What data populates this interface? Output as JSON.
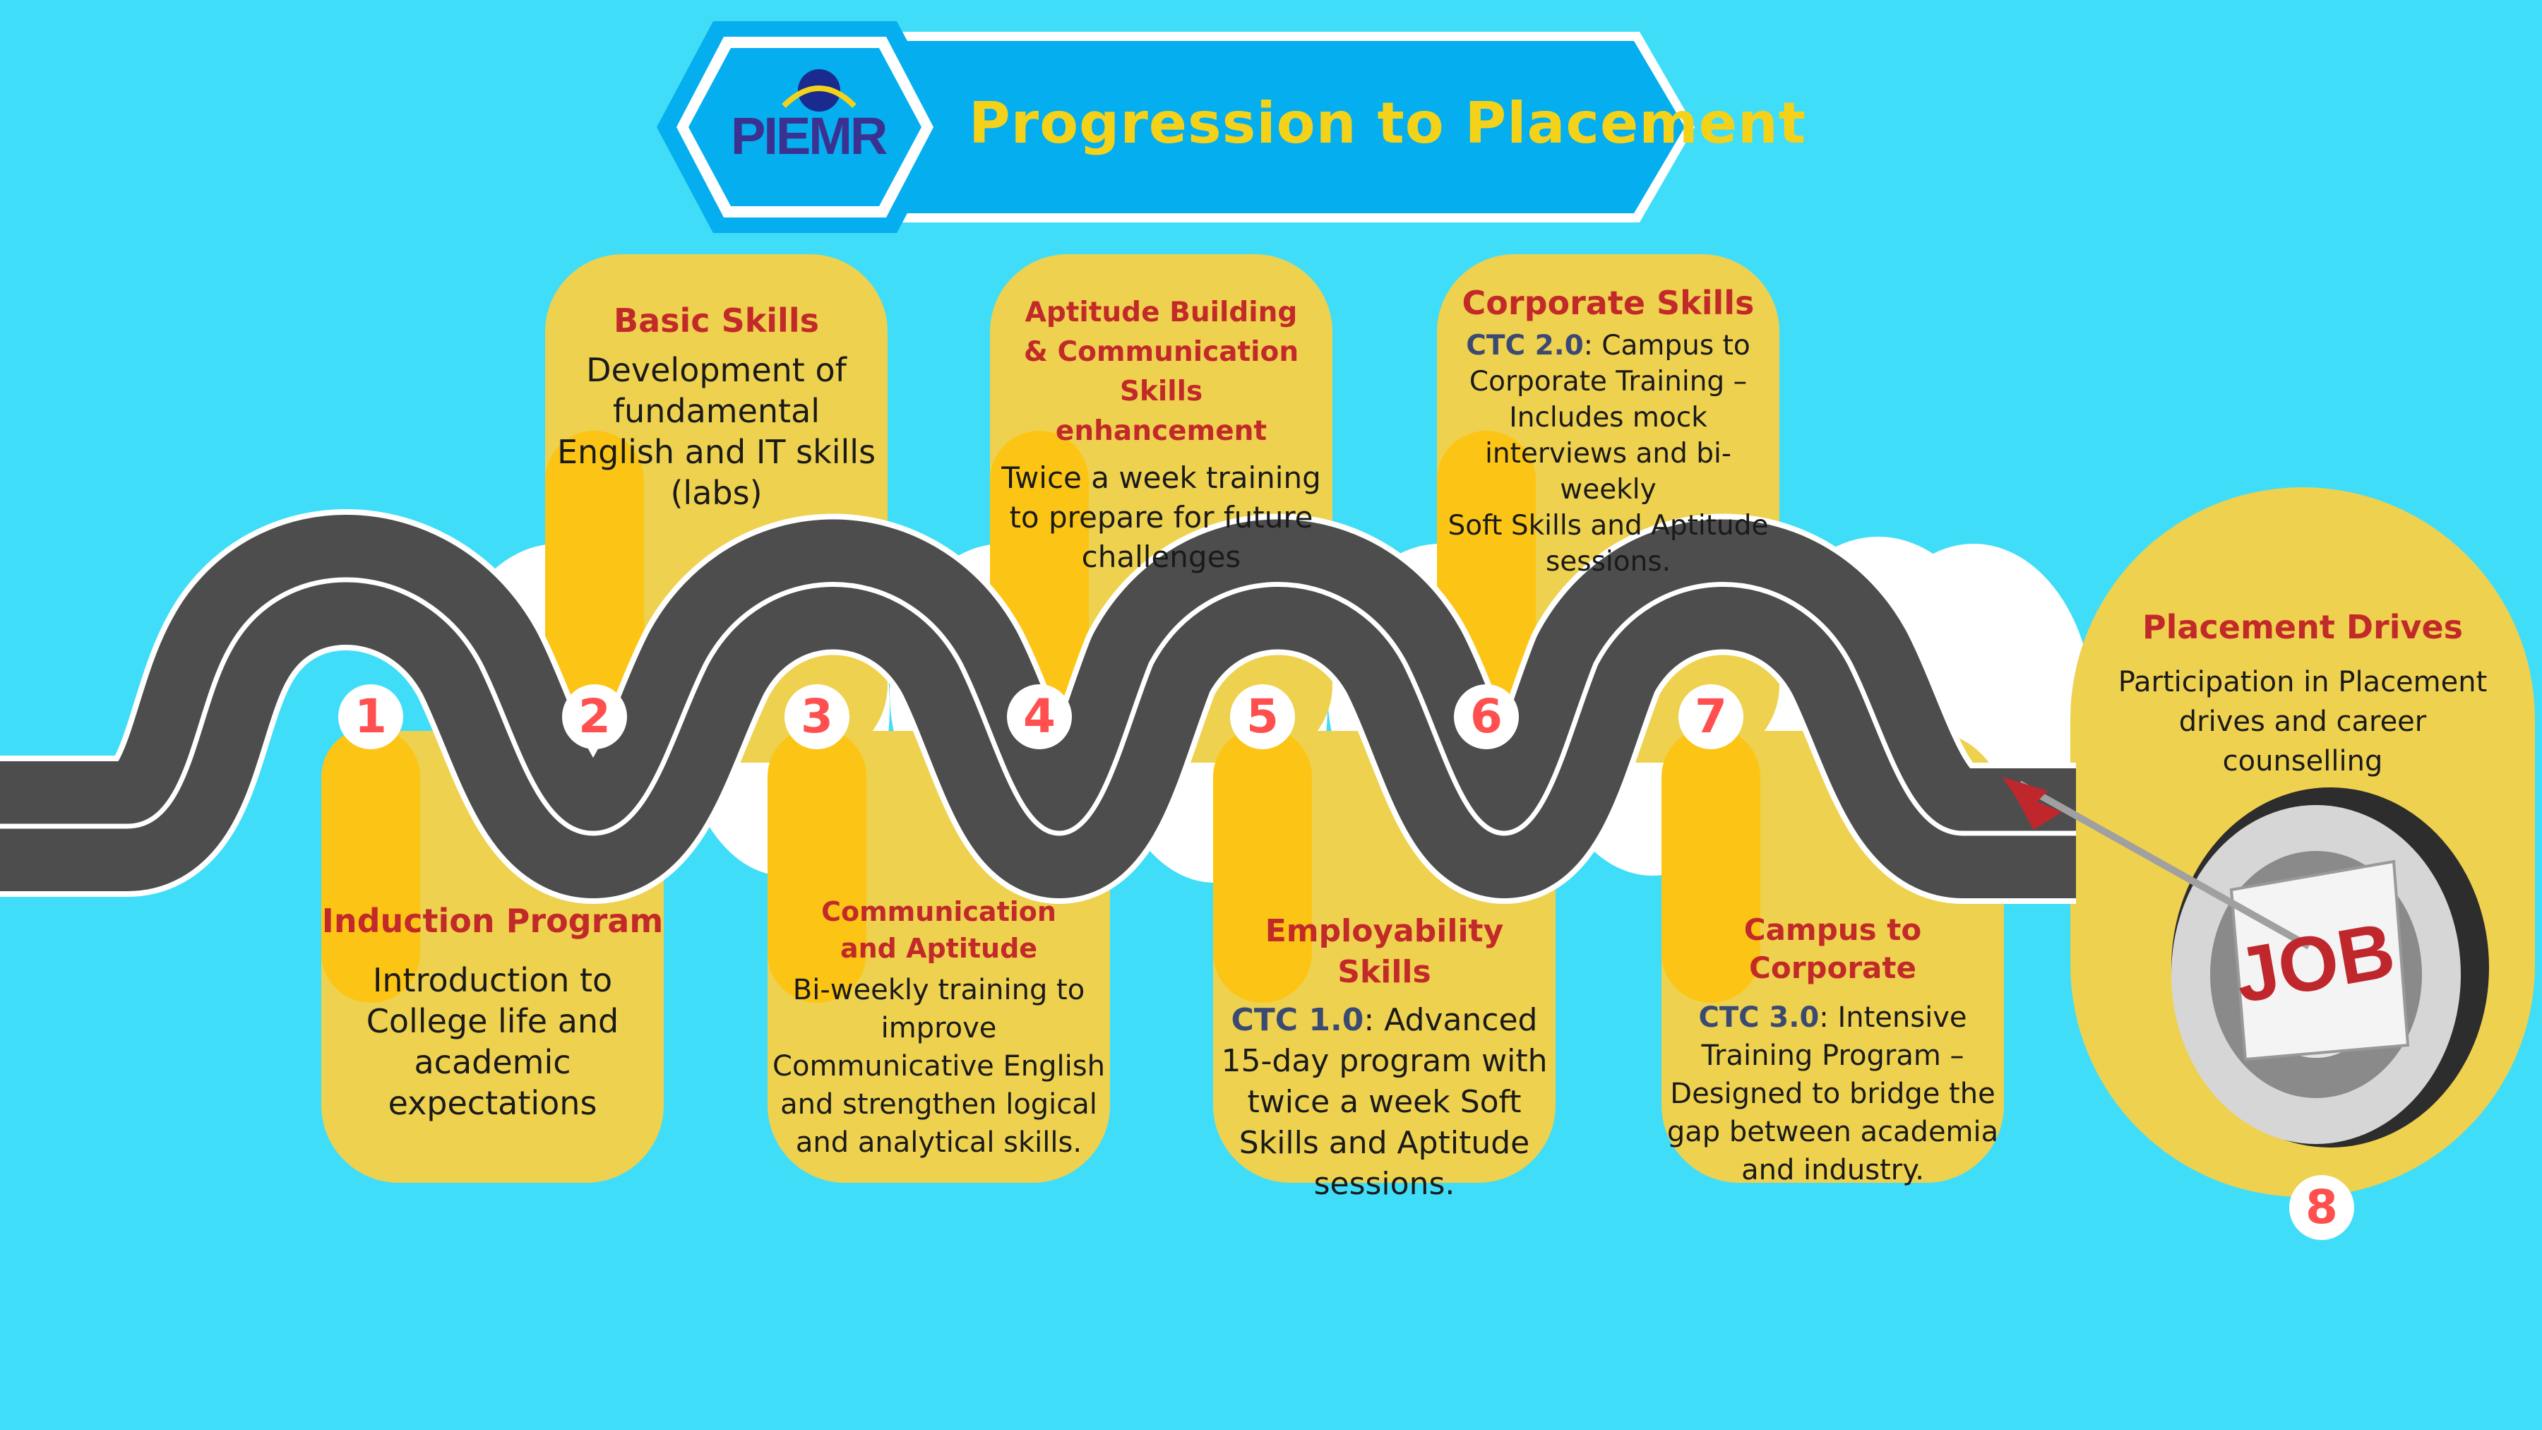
{
  "header": {
    "logo_text": "PIEMR",
    "title": "Progression to Placement"
  },
  "colors": {
    "background": "#40ddf8",
    "banner": "#05aeee",
    "card": "#eed14e",
    "card_accent": "#fcc515",
    "road": "#4d4d4d",
    "title_red": "#c22a2a",
    "number_red": "#ff4f4f",
    "tag_navy": "#3b4a72",
    "cloud": "#ffffff"
  },
  "steps": [
    {
      "number": "1",
      "title": "Induction Program",
      "lines": [
        "Introduction to",
        "College life and",
        "academic",
        "expectations"
      ]
    },
    {
      "number": "2",
      "title": "Basic Skills",
      "lines": [
        "Development of",
        "fundamental",
        "English and IT skills",
        "(labs)"
      ]
    },
    {
      "number": "3",
      "title": "Communication  and Aptitude",
      "lines": [
        "Bi-weekly training to",
        "improve",
        "Communicative English",
        "and strengthen logical",
        "and analytical skills."
      ]
    },
    {
      "number": "4",
      "title": "Aptitude Building & Communication Skills enhancement",
      "lines": [
        "Twice a week training",
        "to prepare for future",
        "challenges"
      ]
    },
    {
      "number": "5",
      "title": "Employability Skills",
      "tag": "CTC 1.0",
      "lines": [
        ": Advanced",
        "15-day program with",
        "twice a week  Soft",
        "Skills and Aptitude",
        "sessions."
      ]
    },
    {
      "number": "6",
      "title": "Corporate Skills",
      "tag": "CTC 2.0",
      "lines": [
        ": Campus to",
        "Corporate Training –",
        "Includes mock",
        "interviews and bi-weekly",
        "Soft Skills and Aptitude",
        "sessions."
      ]
    },
    {
      "number": "7",
      "title": "Campus to Corporate",
      "tag": "CTC 3.0",
      "lines": [
        ": Intensive",
        "Training Program –",
        "Designed to bridge the",
        "gap between academia",
        "and industry."
      ]
    },
    {
      "number": "8",
      "title": "Placement Drives",
      "lines": [
        "Participation in Placement",
        "drives and career",
        "counselling"
      ]
    }
  ],
  "target": {
    "label": "JOB"
  }
}
